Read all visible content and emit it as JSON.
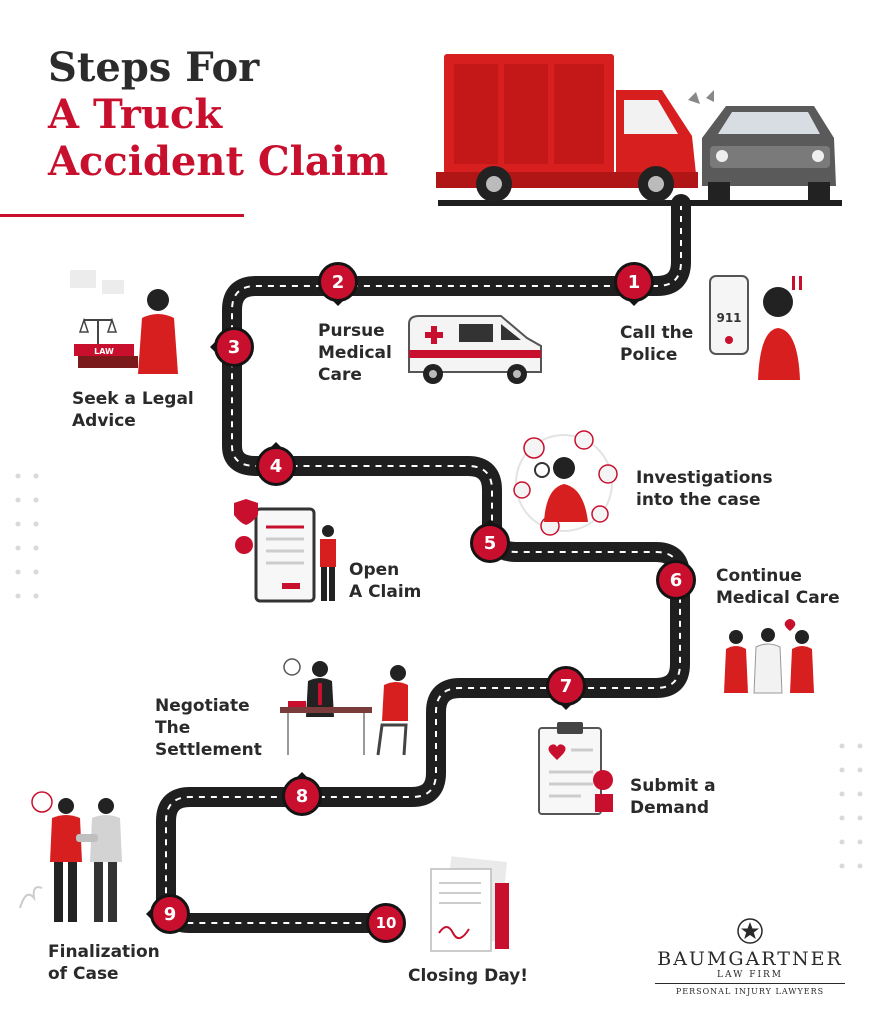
{
  "title": {
    "line1": "Steps For",
    "line2": "A Truck",
    "line3": "Accident Claim"
  },
  "steps": [
    {
      "number": "1",
      "label": "Call the\nPolice"
    },
    {
      "number": "2",
      "label": "Pursue\nMedical\nCare"
    },
    {
      "number": "3",
      "label": "Seek a Legal\nAdvice"
    },
    {
      "number": "4",
      "label": "Open\nA Claim"
    },
    {
      "number": "5",
      "label": "Investigations\ninto the case"
    },
    {
      "number": "6",
      "label": "Continue\nMedical Care"
    },
    {
      "number": "7",
      "label": "Submit a\nDemand"
    },
    {
      "number": "8",
      "label": "Negotiate\nThe\nSettlement"
    },
    {
      "number": "9",
      "label": "Finalization\nof Case"
    },
    {
      "number": "10",
      "label": "Closing Day!"
    }
  ],
  "illustrations": {
    "phone_screen": "911",
    "law_book": "LAW"
  },
  "logo": {
    "firm_name": "BAUMGARTNER",
    "subtitle": "LAW FIRM",
    "tagline": "PERSONAL INJURY LAWYERS"
  },
  "colors": {
    "accent": "#c8102e",
    "road": "#1f1f1f",
    "text": "#2a2a2a"
  }
}
